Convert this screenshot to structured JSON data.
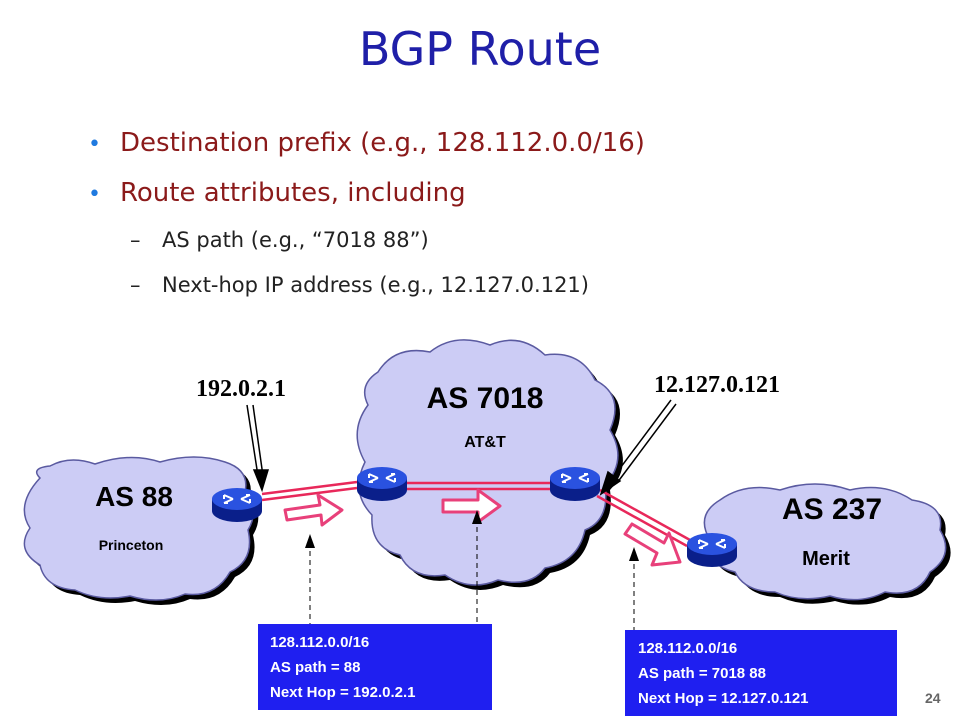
{
  "slide": {
    "title": "BGP Route",
    "bullets": [
      {
        "text": "Destination prefix (e.g., 128.112.0.0/16)"
      },
      {
        "text": "Route attributes, including"
      }
    ],
    "subbullets": [
      {
        "text": "AS path (e.g., “7018 88”)"
      },
      {
        "text": "Next-hop IP address (e.g., 12.127.0.121)"
      }
    ],
    "page_number": "24"
  },
  "diagram": {
    "clouds": [
      {
        "as": "AS 88",
        "org": "Princeton"
      },
      {
        "as": "AS 7018",
        "org": "AT&T"
      },
      {
        "as": "AS 237",
        "org": "Merit"
      }
    ],
    "ip_labels": [
      "192.0.2.1",
      "12.127.0.121"
    ],
    "info_boxes": [
      {
        "lines": [
          "128.112.0.0/16",
          "AS path = 88",
          "Next  Hop = 192.0.2.1"
        ]
      },
      {
        "lines": [
          "128.112.0.0/16",
          "AS path = 7018 88",
          "Next  Hop = 12.127.0.121"
        ]
      }
    ],
    "colors": {
      "cloud_fill": "#ccccf5",
      "link": "#e8285a",
      "arrow": "#e8407a",
      "info_box": "#1f1ff0",
      "router": "#1a3acc"
    }
  }
}
